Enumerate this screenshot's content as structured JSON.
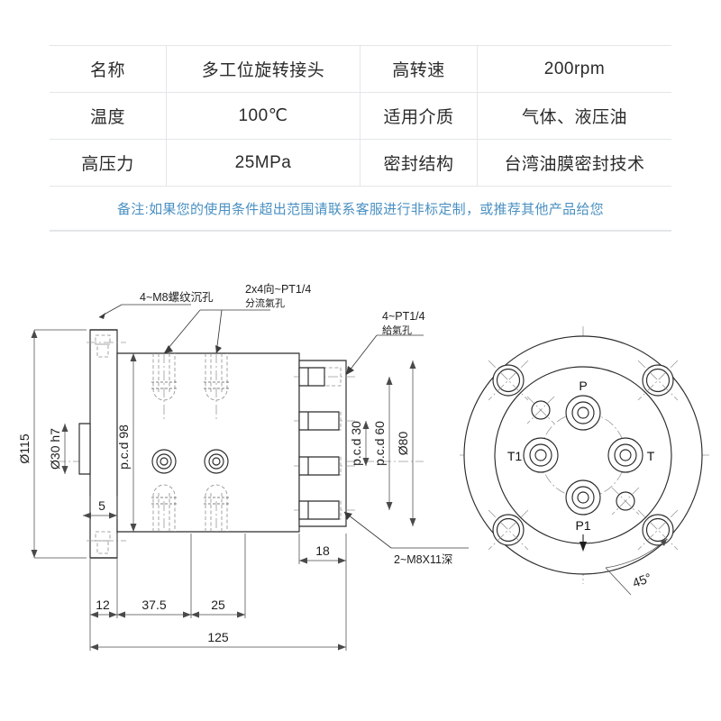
{
  "spec_table": {
    "rows": [
      [
        {
          "label": "名称"
        },
        {
          "label": "多工位旋转接头"
        },
        {
          "label": "高转速"
        },
        {
          "label": "200rpm"
        }
      ],
      [
        {
          "label": "温度"
        },
        {
          "label": "100℃"
        },
        {
          "label": "适用介质"
        },
        {
          "label": "气体、液压油"
        }
      ],
      [
        {
          "label": "高压力"
        },
        {
          "label": "25MPa"
        },
        {
          "label": "密封结构"
        },
        {
          "label": "台湾油膜密封技术"
        }
      ]
    ],
    "note": "备注:如果您的使用条件超出范围请联系客服进行非标定制，或推荐其他产品给您",
    "note_color": "#4a90c2",
    "border_color": "#e3e6e8"
  },
  "drawing": {
    "section_view": {
      "callouts": {
        "bolt_holes": "4~M8螺纹沉孔",
        "distribution_ports_line1": "2x4向~PT1/4",
        "distribution_ports_line2": "分流氣孔",
        "supply_ports_line1": "4~PT1/4",
        "supply_ports_line2": "給氣孔",
        "tapped_holes": "2~M8X11深"
      },
      "dimensions": {
        "outer_dia": "Ø115",
        "shaft_dia": "Ø30 h7",
        "flange_thickness": "5",
        "pcd_98": "p.c.d 98",
        "pcd_30": "p.c.d 30",
        "pcd_60": "p.c.d 60",
        "body_dia": "Ø80",
        "len_12": "12",
        "len_37_5": "37.5",
        "len_25": "25",
        "len_18": "18",
        "len_total": "125"
      }
    },
    "end_view": {
      "ports": {
        "top": "P",
        "right": "T",
        "left": "T1",
        "bottom": "P1"
      },
      "angle": "45°"
    }
  }
}
